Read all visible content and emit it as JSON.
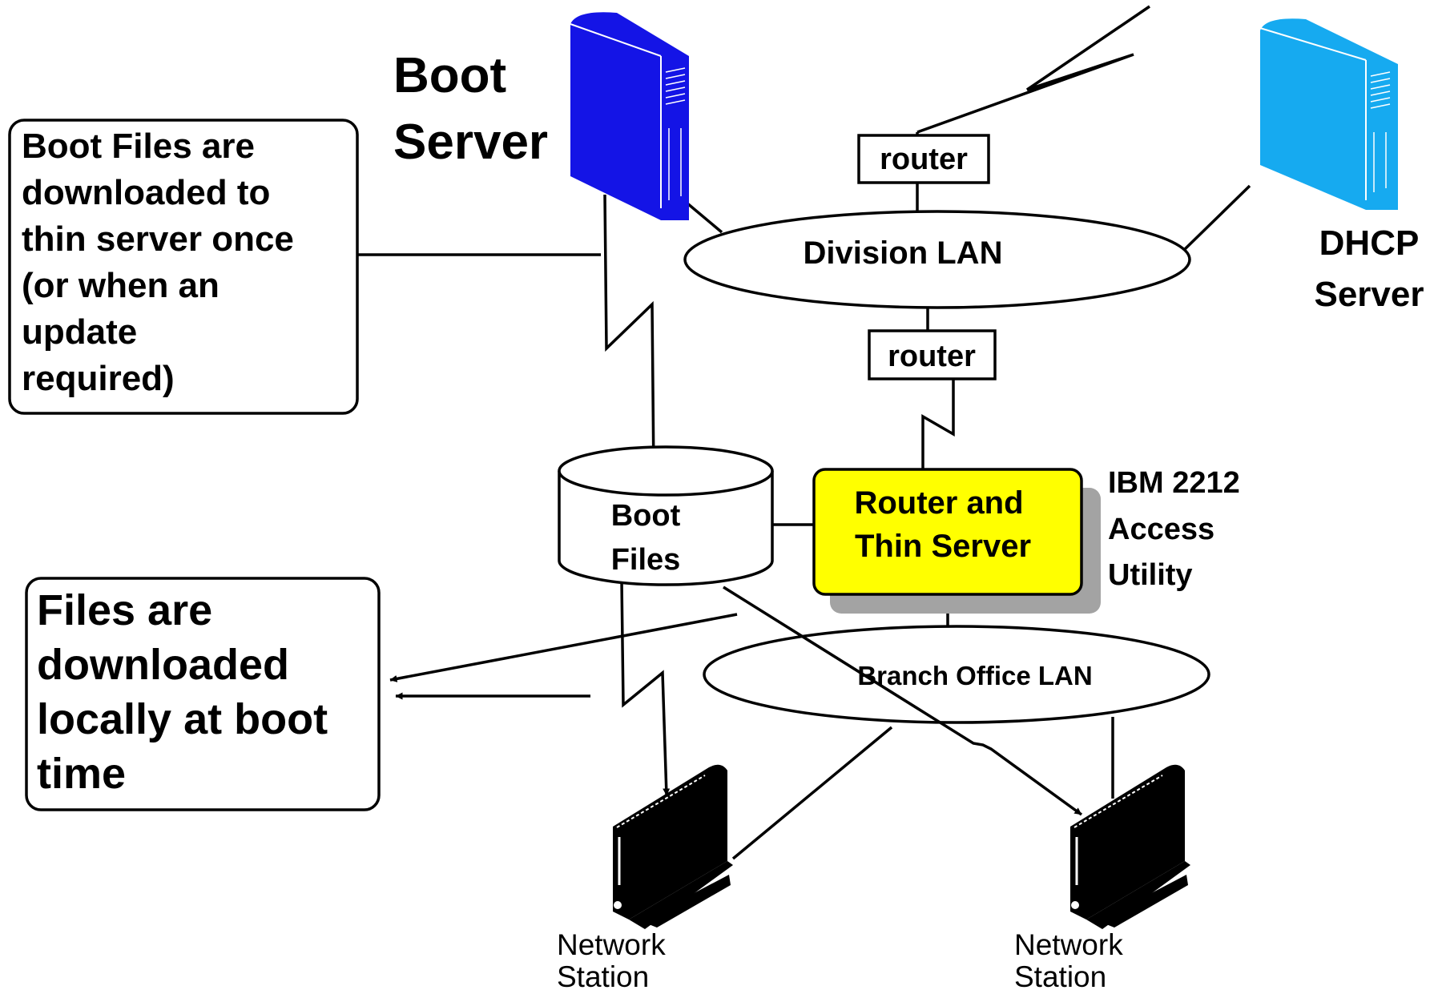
{
  "boot_server": {
    "label_line1": "Boot",
    "label_line2": "Server",
    "color": "#1414e6"
  },
  "dhcp_server": {
    "label_line1": "DHCP",
    "label_line2": "Server",
    "color": "#16aaf0"
  },
  "routers": [
    {
      "label": "router"
    },
    {
      "label": "router"
    }
  ],
  "division_lan": {
    "label": "Division LAN"
  },
  "branch_lan": {
    "label": "Branch Office LAN"
  },
  "boot_files_store": {
    "line1": "Boot",
    "line2": "Files"
  },
  "thin_server": {
    "line1": "Router and",
    "line2": "Thin Server",
    "color": "#ffff00"
  },
  "ibm_label": {
    "line1": "IBM 2212",
    "line2": "Access",
    "line3": "Utility"
  },
  "callout_top": {
    "lines": [
      "Boot Files are",
      "downloaded to",
      "thin server once",
      "(or when an",
      "update",
      "required)"
    ]
  },
  "callout_bottom": {
    "lines": [
      "Files are",
      "downloaded",
      "locally at boot",
      "time"
    ]
  },
  "stations": [
    {
      "line1": "Network",
      "line2": "Station"
    },
    {
      "line1": "Network",
      "line2": "Station"
    }
  ]
}
